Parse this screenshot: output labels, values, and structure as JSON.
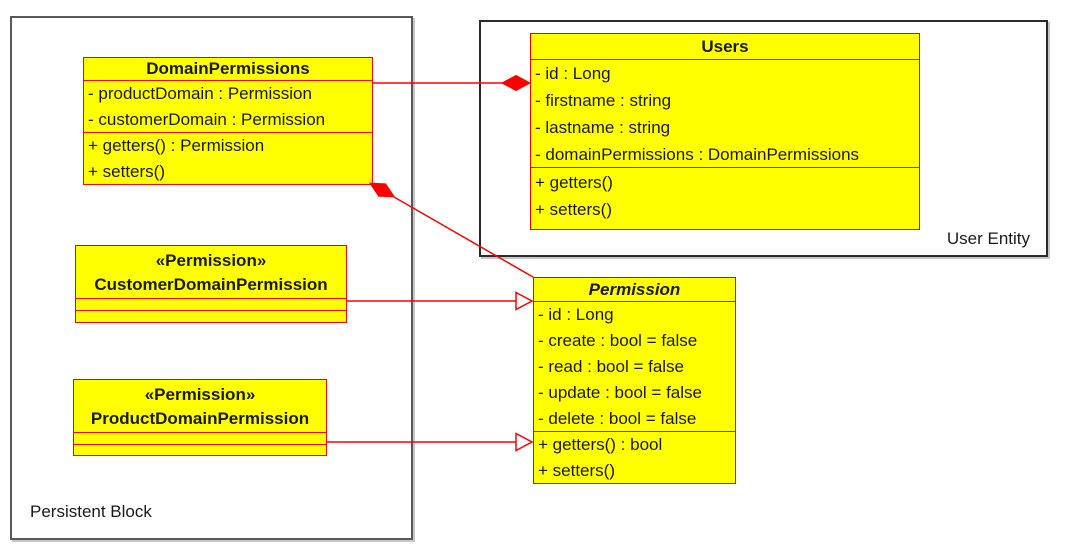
{
  "colors": {
    "box-fill": "#ffff00",
    "box-border": "#ff0000",
    "connector": "#ff0000",
    "container-border": "#595959",
    "container-border-dark": "#2b2b2b",
    "text": "#1a1a1a"
  },
  "containers": {
    "persistent_block": {
      "label": "Persistent Block"
    },
    "user_entity": {
      "label": "User Entity"
    }
  },
  "classes": {
    "domain_permissions": {
      "name": "DomainPermissions",
      "attributes": [
        "- productDomain : Permission",
        "- customerDomain : Permission"
      ],
      "methods": [
        "+ getters() : Permission",
        "+ setters()"
      ]
    },
    "users": {
      "name": "Users",
      "attributes": [
        "- id : Long",
        "- firstname : string",
        "- lastname : string",
        "- domainPermissions : DomainPermissions"
      ],
      "methods": [
        "+ getters()",
        "+ setters()"
      ]
    },
    "permission": {
      "name": "Permission",
      "attributes": [
        "- id : Long",
        "- create : bool = false",
        "- read : bool = false",
        "- update : bool = false",
        "- delete : bool = false"
      ],
      "methods": [
        "+ getters() : bool",
        "+ setters()"
      ]
    },
    "customer_domain_permission": {
      "stereotype": "«Permission»",
      "name": "CustomerDomainPermission"
    },
    "product_domain_permission": {
      "stereotype": "«Permission»",
      "name": "ProductDomainPermission"
    }
  },
  "relationships": [
    {
      "type": "composition",
      "whole": "Users",
      "part": "DomainPermissions"
    },
    {
      "type": "composition",
      "whole": "DomainPermissions",
      "part": "Permission"
    },
    {
      "type": "generalization",
      "from": "CustomerDomainPermission",
      "to": "Permission"
    },
    {
      "type": "generalization",
      "from": "ProductDomainPermission",
      "to": "Permission"
    }
  ]
}
